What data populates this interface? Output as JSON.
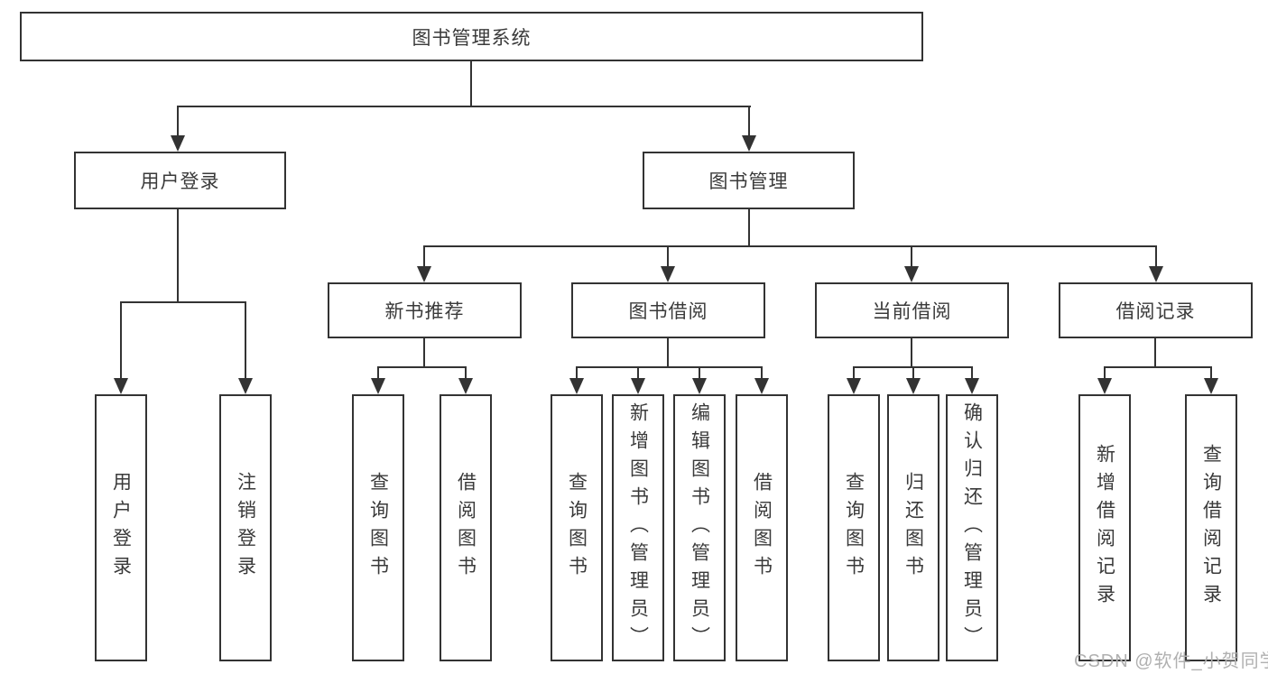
{
  "nodes": {
    "root": "图书管理系统",
    "user_login": "用户登录",
    "book_mgmt": "图书管理",
    "new_books": "新书推荐",
    "book_borrow": "图书借阅",
    "current_borrow": "当前借阅",
    "borrow_records": "借阅记录",
    "ul_login": "用户登录",
    "ul_logout": "注销登录",
    "nb_query": "查询图书",
    "nb_borrow": "借阅图书",
    "bb_query": "查询图书",
    "bb_add": "新增图书（管理员）",
    "bb_edit": "编辑图书（管理员）",
    "bb_borrow": "借阅图书",
    "cb_query": "查询图书",
    "cb_return": "归还图书",
    "cb_confirm": "确认归还（管理员）",
    "br_add": "新增借阅记录",
    "br_query": "查询借阅记录"
  },
  "watermark": "CSDN @软件_小贺同学",
  "colors": {
    "line": "#333333",
    "text": "#3a3a3a",
    "watermark": "#b0b0b0",
    "background": "#ffffff"
  }
}
